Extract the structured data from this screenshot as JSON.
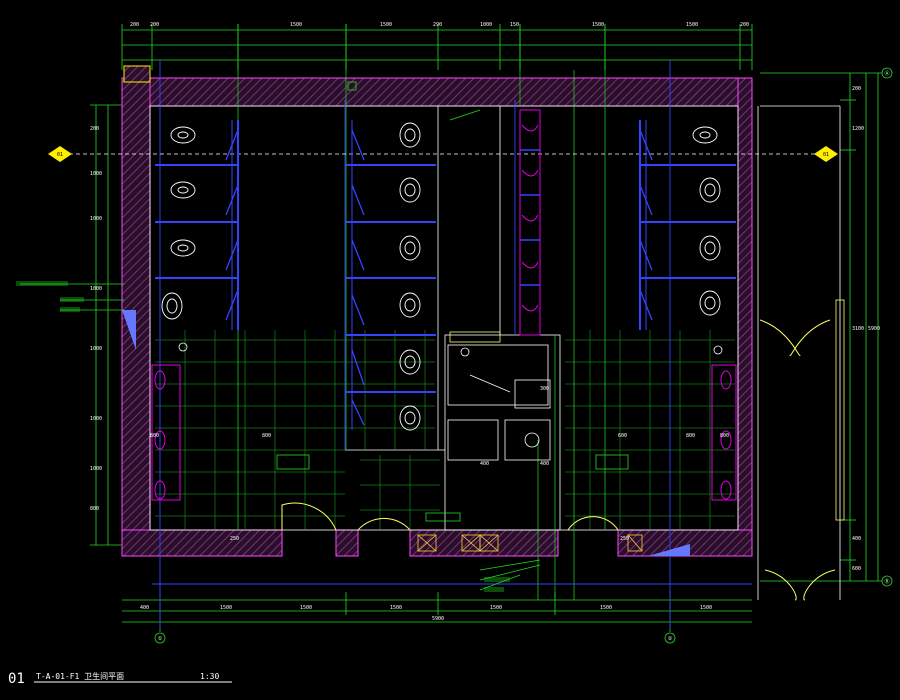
{
  "drawing": {
    "sheet_number": "01",
    "title": "T-A-01-F1 卫生间平面",
    "scale": "1:30"
  },
  "grid_markers": {
    "bottom": [
      "①",
      "②"
    ],
    "right": [
      "Ⓐ",
      "Ⓑ"
    ]
  },
  "section_markers": [
    "01",
    "01"
  ],
  "colors": {
    "background": "#000000",
    "wall_outline": "#ff44ff",
    "wall_hatch": "#8a3b8a",
    "grid": "#22dd22",
    "dimension": "#ffffff",
    "partition": "#3344ff",
    "fixture": "#e000e0",
    "door": "#ffff66",
    "marker": "#ffee00"
  }
}
